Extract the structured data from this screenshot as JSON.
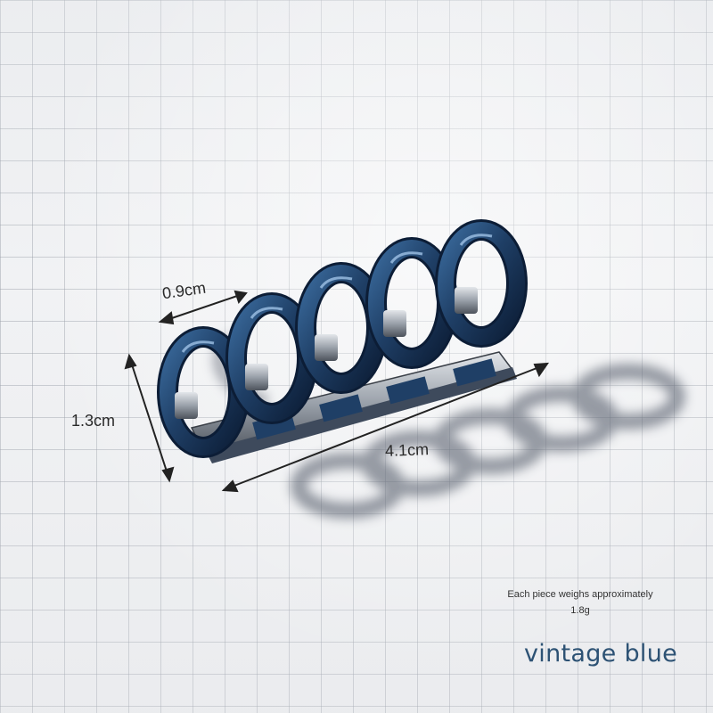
{
  "dimensions": {
    "width": "0.9cm",
    "height": "1.3cm",
    "length": "4.1cm"
  },
  "note": {
    "line1": "Each piece weighs approximately",
    "line2": "1.8g"
  },
  "color_name": "vintage blue",
  "colors": {
    "ring": "#1f3f66",
    "ring_dark": "#0f2340",
    "metal": "#aeb4bc",
    "label": "#2d5274"
  }
}
